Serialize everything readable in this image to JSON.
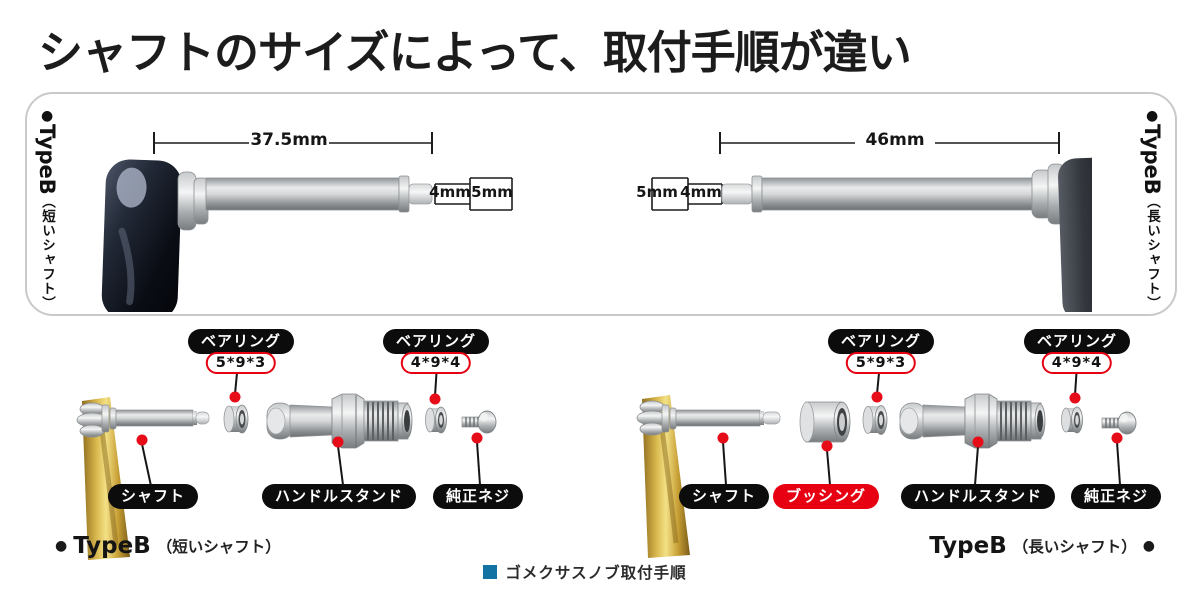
{
  "title": "シャフトのサイズによって、取付手順が違い",
  "colors": {
    "red_accent": "#e60012",
    "caption_square": "#1374a4",
    "pill_bg": "#0c0c0c"
  },
  "top_panel": {
    "left": {
      "bullet": "●",
      "type_name": "TypeB",
      "variant": "（短いシャフト）",
      "length": "37.5mm",
      "tip_dia": "4mm",
      "shaft_dia": "5mm"
    },
    "right": {
      "bullet": "●",
      "type_name": "TypeB",
      "variant": "（長いシャフト）",
      "length": "46mm",
      "tip_dia": "4mm",
      "shaft_dia": "5mm"
    }
  },
  "exploded_left": {
    "shaft": "シャフト",
    "bearing_inner": {
      "label": "ベアリング",
      "size": "5*9*3"
    },
    "handle_stand": "ハンドルスタンド",
    "bearing_outer": {
      "label": "ベアリング",
      "size": "4*9*4"
    },
    "screw": "純正ネジ"
  },
  "exploded_right": {
    "shaft": "シャフト",
    "bushing": "ブッシング",
    "bearing_inner": {
      "label": "ベアリング",
      "size": "5*9*3"
    },
    "handle_stand": "ハンドルスタンド",
    "bearing_outer": {
      "label": "ベアリング",
      "size": "4*9*4"
    },
    "screw": "純正ネジ"
  },
  "footer": {
    "left": {
      "bullet": "●",
      "type_name": "TypeB",
      "variant": "（短いシャフト）"
    },
    "right": {
      "type_name": "TypeB",
      "variant": "（長いシャフト）",
      "bullet": "●"
    },
    "caption": "ゴメクサスノブ取付手順"
  }
}
